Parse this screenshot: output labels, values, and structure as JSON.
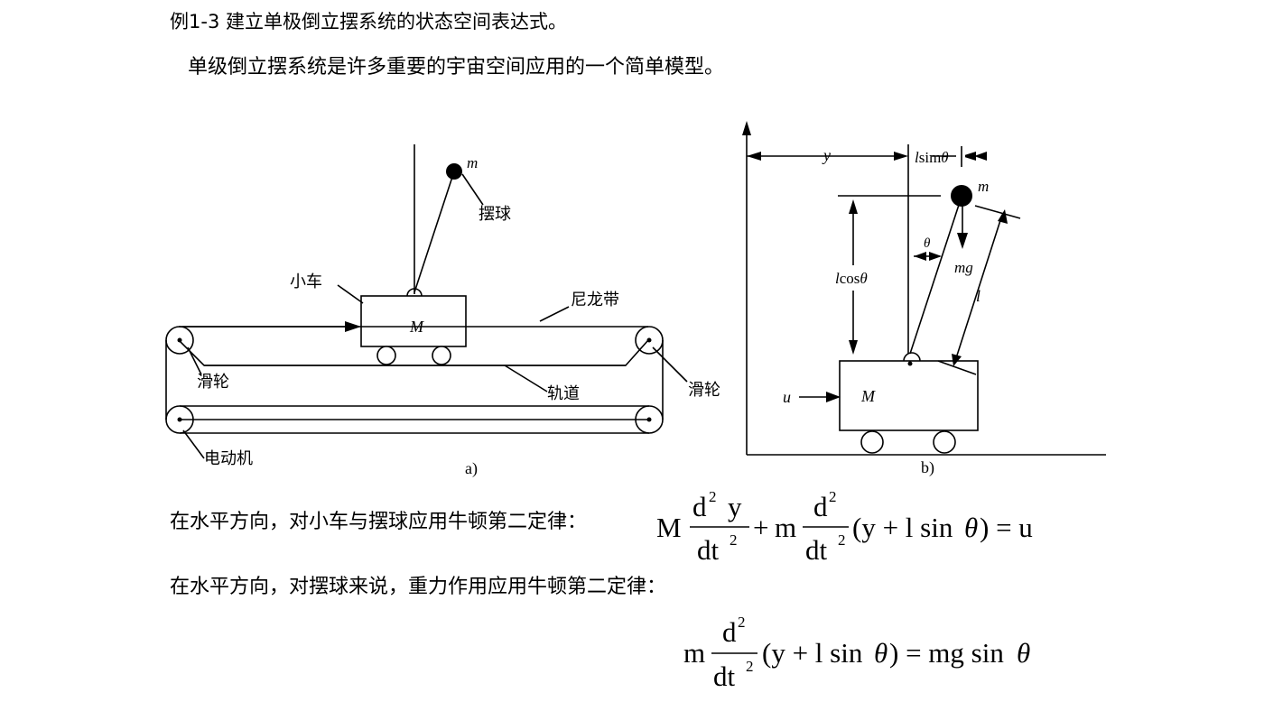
{
  "example_title": "例1-3  建立单极倒立摆系统的状态空间表达式。",
  "intro": "单级倒立摆系统是许多重要的宇宙空间应用的一个简单模型。",
  "figure_a": {
    "ball_mass": "m",
    "ball_label": "摆球",
    "cart_label": "小车",
    "cart_mass": "M",
    "belt_label": "尼龙带",
    "pulley_left_label": "滑轮",
    "pulley_right_label": "滑轮",
    "track_label": "轨道",
    "motor_label": "电动机",
    "caption": "a)"
  },
  "figure_b": {
    "y_label": "y",
    "lsin_label_l": "l",
    "lsin_label_rest": "sim",
    "lsin_label_theta": "θ",
    "ball_mass": "m",
    "theta_label": "θ",
    "mg_label": "mg",
    "lcos_label_l": "l",
    "lcos_label_rest": "cos",
    "lcos_label_theta": "θ",
    "l_label": "l",
    "u_label": "u",
    "cart_mass": "M",
    "caption": "b)"
  },
  "equation1": {
    "label": "在水平方向，对小车与摆球应用牛顿第二定律：",
    "M": "M",
    "d": "d",
    "sq": "2",
    "y": "y",
    "dt": "dt",
    "plus": "+",
    "m": "m",
    "paren": "(y + l sin",
    "theta": "θ",
    "close": ") = u"
  },
  "equation2": {
    "label": "在水平方向，对摆球来说，重力作用应用牛顿第二定律：",
    "m": "m",
    "d": "d",
    "sq": "2",
    "dt": "dt",
    "paren": "(y + l sin",
    "theta": "θ",
    "mid": ") = mg sin",
    "theta2": "θ"
  }
}
